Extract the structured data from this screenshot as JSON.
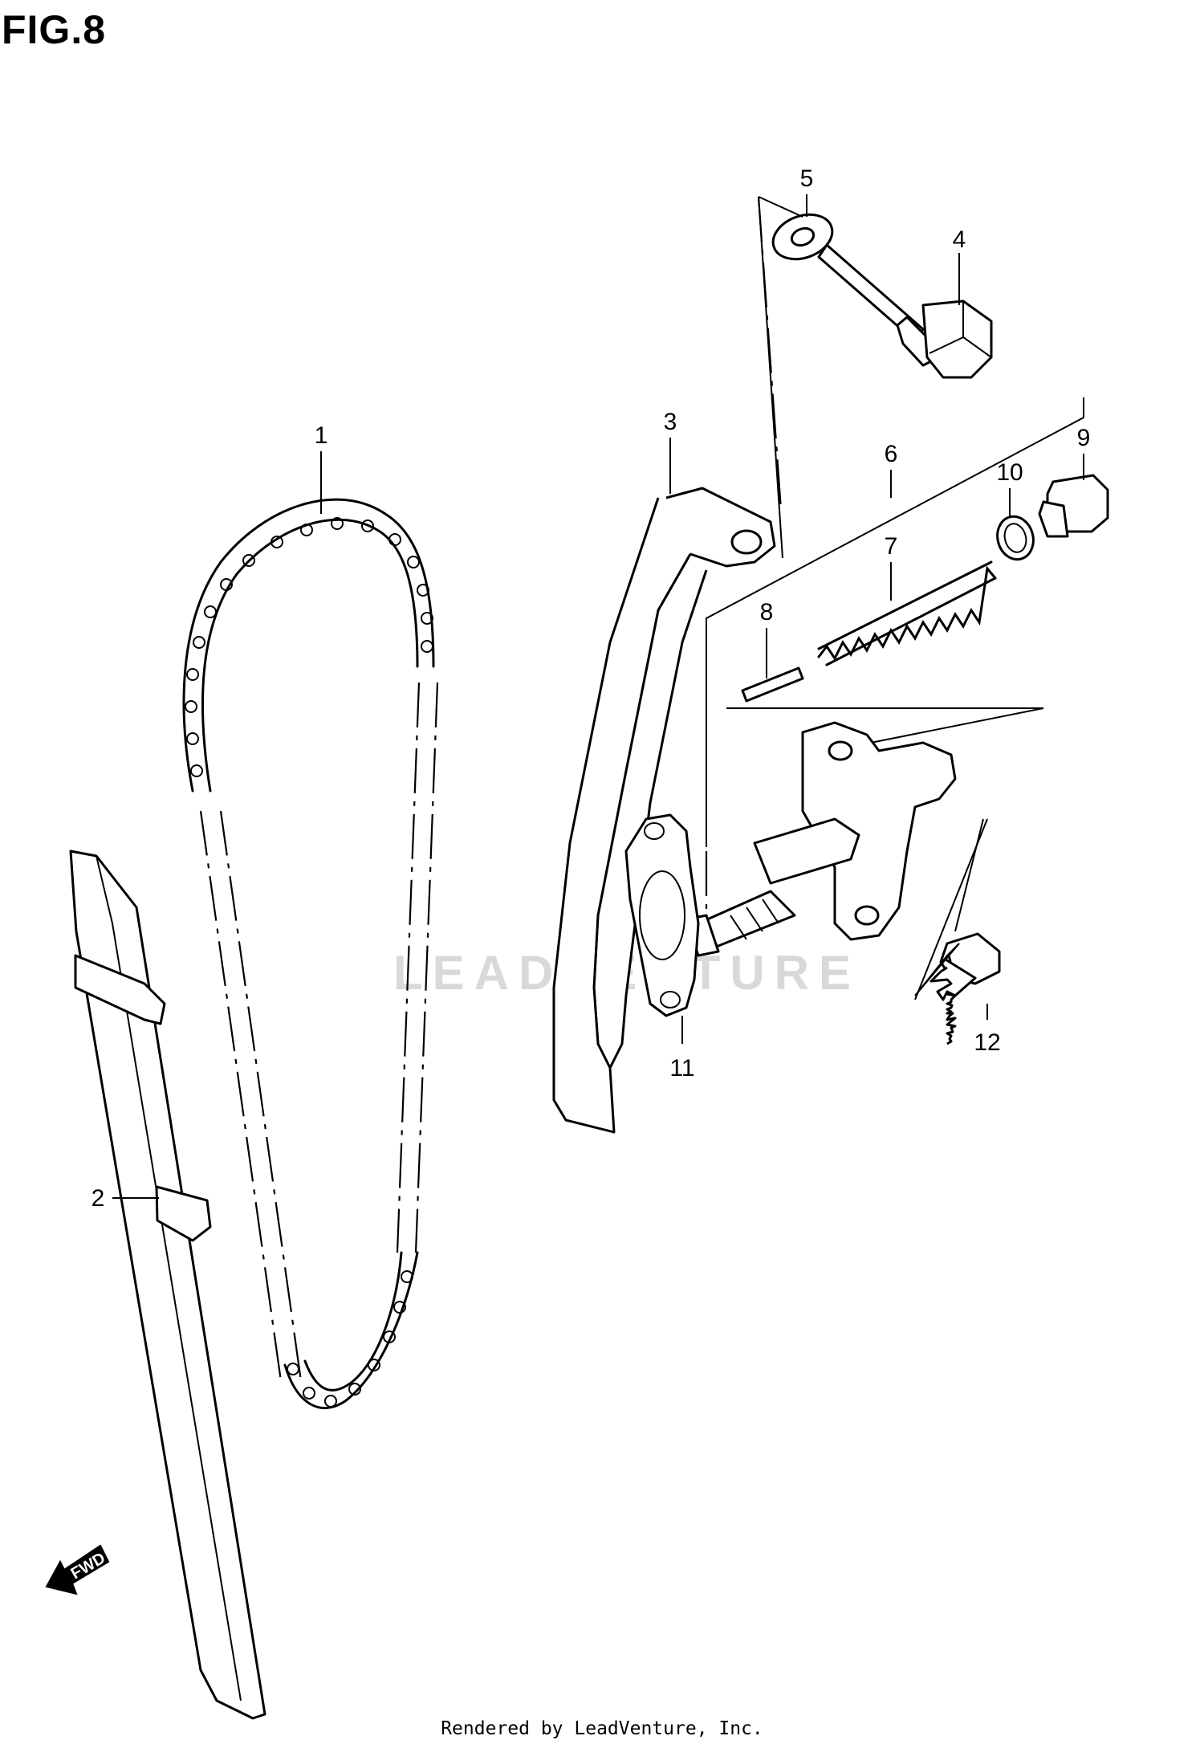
{
  "figure": {
    "title": "FIG.8"
  },
  "callouts": [
    {
      "id": "1",
      "label": "1"
    },
    {
      "id": "2",
      "label": "2"
    },
    {
      "id": "3",
      "label": "3"
    },
    {
      "id": "4",
      "label": "4"
    },
    {
      "id": "5",
      "label": "5"
    },
    {
      "id": "6",
      "label": "6"
    },
    {
      "id": "7",
      "label": "7"
    },
    {
      "id": "8",
      "label": "8"
    },
    {
      "id": "9",
      "label": "9"
    },
    {
      "id": "10",
      "label": "10"
    },
    {
      "id": "11",
      "label": "11"
    },
    {
      "id": "12",
      "label": "12"
    }
  ],
  "watermark": "LEADVENTURE",
  "direction_badge": {
    "label": "FWD",
    "icon": "forward-arrow-icon"
  },
  "footer": {
    "credit": "Rendered by LeadVenture, Inc."
  }
}
